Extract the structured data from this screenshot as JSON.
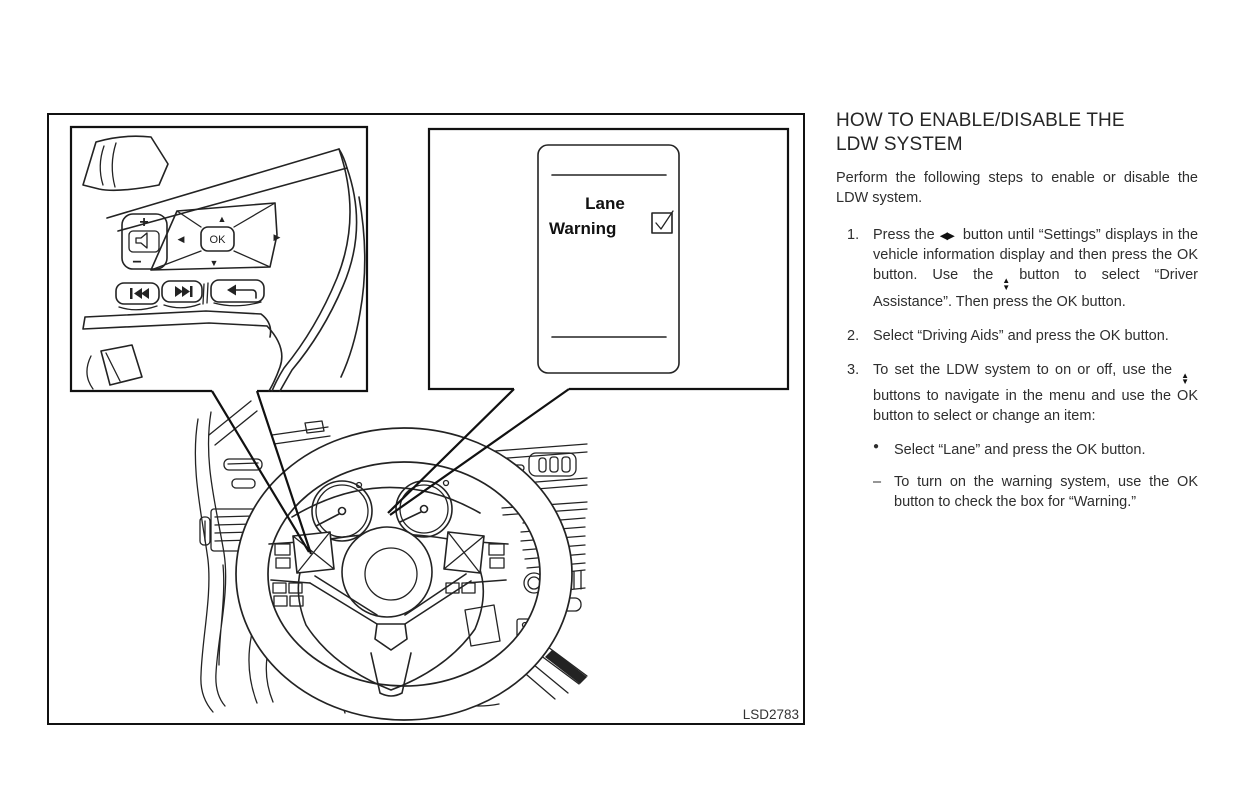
{
  "figure": {
    "code": "LSD2783",
    "display_screen": {
      "line1": "Lane",
      "line2": "Warning",
      "checkbox_checked": true
    },
    "steering_controls": {
      "ok": "OK",
      "plus": "+",
      "minus": "−",
      "dpad_up": "▲",
      "dpad_down": "▼",
      "dpad_left": "◀",
      "dpad_right": "▶"
    }
  },
  "icons": {
    "left": "◀",
    "right": "▶",
    "up": "▲",
    "down": "▼"
  },
  "article": {
    "title_line1": "HOW TO ENABLE/DISABLE THE",
    "title_line2": "LDW SYSTEM",
    "intro": "Perform the following steps to enable or disable the LDW system.",
    "steps": [
      {
        "num": "1.",
        "t1": "Press the",
        "t2": "button until “Settings” displays in the vehicle information display and then press the OK button. Use the",
        "t3": "button to select “Driver Assistance”. Then press the OK button."
      },
      {
        "num": "2.",
        "t1": "Select “Driving Aids” and press the OK button."
      },
      {
        "num": "3.",
        "t1": "To set the LDW system to on or off, use the",
        "t2": "buttons to navigate in the menu and use the OK button to select or change an item:"
      }
    ],
    "sub_items": [
      {
        "marker": "●",
        "text": "Select “Lane” and press the OK button."
      },
      {
        "marker": "–",
        "text": "To turn on the warning system, use the OK button to check the box for “Warning.”"
      }
    ]
  }
}
